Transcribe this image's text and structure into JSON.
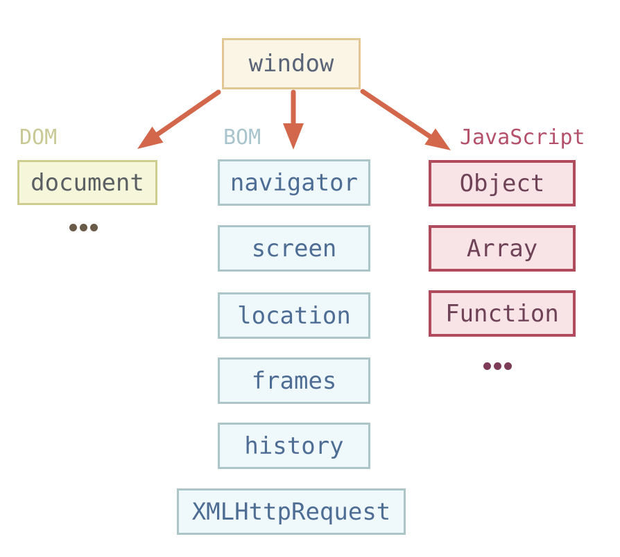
{
  "root": {
    "label": "window"
  },
  "groups": {
    "dom": {
      "label": "DOM",
      "items": [
        "document"
      ],
      "ellipsis": "..."
    },
    "bom": {
      "label": "BOM",
      "items": [
        "navigator",
        "screen",
        "location",
        "frames",
        "history",
        "XMLHttpRequest"
      ]
    },
    "js": {
      "label": "JavaScript",
      "items": [
        "Object",
        "Array",
        "Function"
      ],
      "ellipsis": "..."
    }
  },
  "colors": {
    "arrow": "#d2674b",
    "window_border": "#e2c795",
    "window_bg": "#fbf5e6",
    "dom_accent": "#cdcd92",
    "dom_bg": "#f6f6db",
    "dom_label": "#c9c996",
    "bom_accent": "#abc5c8",
    "bom_bg": "#eff8fa",
    "bom_label": "#a8c4cc",
    "js_accent": "#b04b5e",
    "js_bg": "#f8e4e7",
    "js_label": "#b4506a"
  }
}
